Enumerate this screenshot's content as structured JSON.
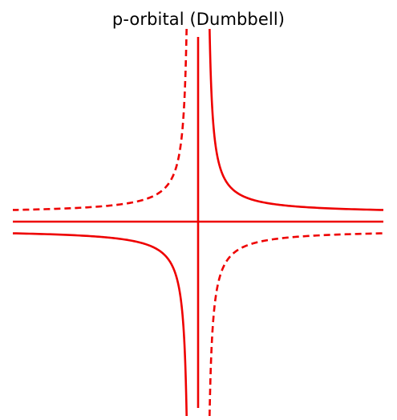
{
  "title": "p-orbital (Dumbbell)",
  "diagram": {
    "curve_color": "#ee0000",
    "solid_style": "solid",
    "dashed_style": "dashed",
    "curves": [
      {
        "name": "upper-right-solid-curve",
        "quadrant": "upper-right",
        "style": "solid"
      },
      {
        "name": "lower-left-solid-curve",
        "quadrant": "lower-left",
        "style": "solid"
      },
      {
        "name": "upper-left-dashed-curve",
        "quadrant": "upper-left",
        "style": "dashed"
      },
      {
        "name": "lower-right-dashed-curve",
        "quadrant": "lower-right",
        "style": "dashed"
      }
    ]
  }
}
